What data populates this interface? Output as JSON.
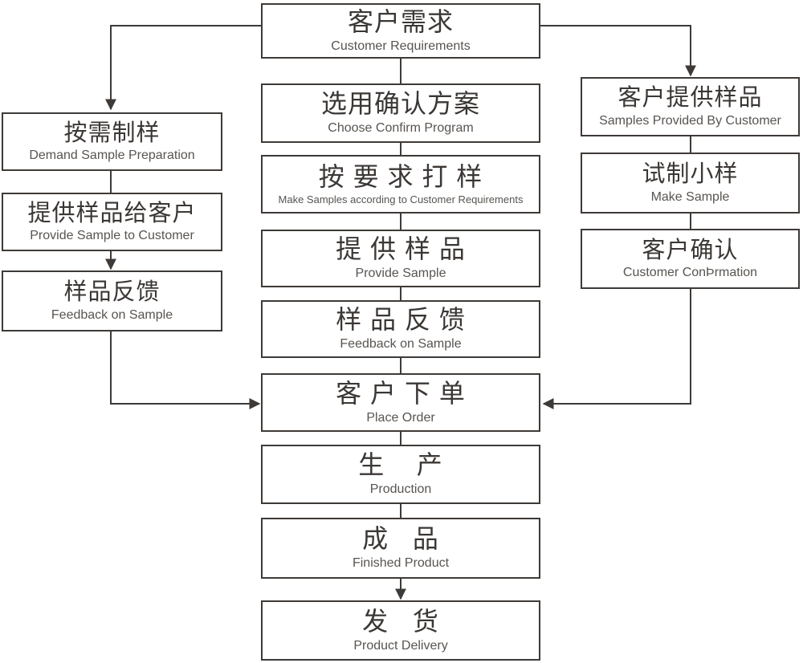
{
  "diagram": {
    "colors": {
      "line": "#3e3a37",
      "box_background": "#ffffff",
      "chinese_text": "#3b3735",
      "english_text": "#585450"
    },
    "center": [
      {
        "id": "customer-requirements",
        "zh": "客户需求",
        "en": "Customer Requirements"
      },
      {
        "id": "choose-confirm-program",
        "zh": "选用确认方案",
        "en": "Choose Confirm Program"
      },
      {
        "id": "make-samples-according",
        "zh": "按 要 求 打 样",
        "en": "Make Samples according to Customer Requirements"
      },
      {
        "id": "provide-sample",
        "zh": "提 供 样 品",
        "en": "Provide Sample"
      },
      {
        "id": "feedback-on-sample-center",
        "zh": "样 品 反 馈",
        "en": "Feedback on Sample"
      },
      {
        "id": "place-order",
        "zh": "客 户 下 单",
        "en": "Place Order"
      },
      {
        "id": "production",
        "zh": "生    产",
        "en": "Production"
      },
      {
        "id": "finished-product",
        "zh": "成   品",
        "en": "Finished Product"
      },
      {
        "id": "product-delivery",
        "zh": "发   货",
        "en": "Product Delivery"
      }
    ],
    "left": [
      {
        "id": "demand-sample-preparation",
        "zh": "按需制样",
        "en": "Demand Sample Preparation"
      },
      {
        "id": "provide-sample-to-customer",
        "zh": "提供样品给客户",
        "en": "Provide Sample to Customer"
      },
      {
        "id": "feedback-on-sample-left",
        "zh": "样品反馈",
        "en": "Feedback on Sample"
      }
    ],
    "right": [
      {
        "id": "samples-provided-by-customer",
        "zh": "客户提供样品",
        "en": "Samples Provided By Customer"
      },
      {
        "id": "make-sample",
        "zh": "试制小样",
        "en": "Make Sample"
      },
      {
        "id": "customer-confirmation",
        "zh": "客户确认",
        "en": "Customer ConÞrmation"
      }
    ],
    "edges": [
      {
        "from": "customer-requirements",
        "to": "demand-sample-preparation",
        "arrow": true
      },
      {
        "from": "customer-requirements",
        "to": "samples-provided-by-customer",
        "arrow": true
      },
      {
        "from": "customer-requirements",
        "to": "choose-confirm-program",
        "arrow": false
      },
      {
        "from": "choose-confirm-program",
        "to": "make-samples-according",
        "arrow": false
      },
      {
        "from": "make-samples-according",
        "to": "provide-sample",
        "arrow": false
      },
      {
        "from": "provide-sample",
        "to": "feedback-on-sample-center",
        "arrow": false
      },
      {
        "from": "feedback-on-sample-center",
        "to": "place-order",
        "arrow": false
      },
      {
        "from": "demand-sample-preparation",
        "to": "provide-sample-to-customer",
        "arrow": false
      },
      {
        "from": "provide-sample-to-customer",
        "to": "feedback-on-sample-left",
        "arrow": true
      },
      {
        "from": "feedback-on-sample-left",
        "to": "place-order",
        "arrow": true
      },
      {
        "from": "samples-provided-by-customer",
        "to": "make-sample",
        "arrow": false
      },
      {
        "from": "make-sample",
        "to": "customer-confirmation",
        "arrow": false
      },
      {
        "from": "customer-confirmation",
        "to": "place-order",
        "arrow": true
      },
      {
        "from": "place-order",
        "to": "production",
        "arrow": false
      },
      {
        "from": "production",
        "to": "finished-product",
        "arrow": false
      },
      {
        "from": "finished-product",
        "to": "product-delivery",
        "arrow": true
      }
    ]
  }
}
